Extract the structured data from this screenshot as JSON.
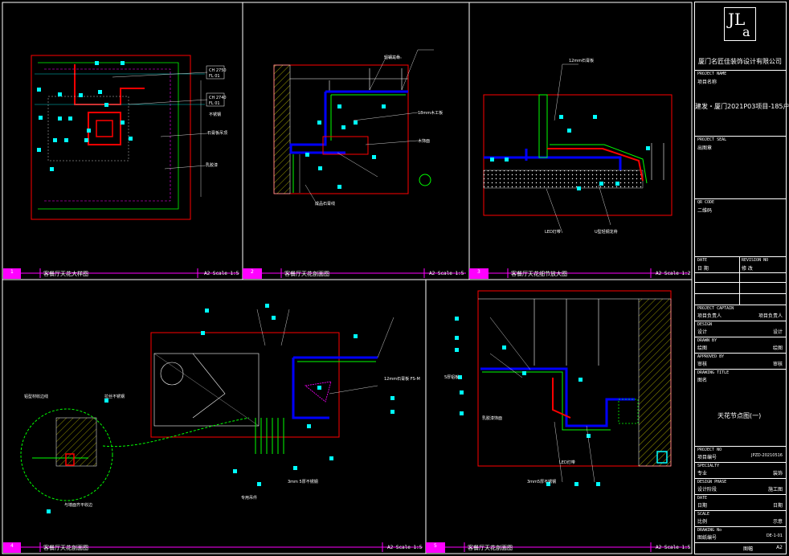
{
  "colors": {
    "frame": "#ffffff",
    "magenta": "#ff00ff",
    "red": "#ff0000",
    "cyan": "#00ffff",
    "green": "#00ff00",
    "yellow": "#ffff00",
    "blue": "#0000ff"
  },
  "logo": {
    "letters_top": "JL",
    "letter_bottom": "a"
  },
  "company": "厦门名匠佳装饰设计有限公司",
  "project_name": {
    "label": "PROJECT NAME",
    "label_cn": "项目名称",
    "value": "建发・厦门2021P03项目-185户型"
  },
  "project_seal": {
    "label": "PROJECT SEAL",
    "label_cn": "出图章"
  },
  "qr_code": {
    "label": "QR CODE",
    "label_cn": "二维码"
  },
  "revision": {
    "date_label": "DATE",
    "date_cn": "日 期",
    "rev_label": "REVISION NO",
    "rev_cn": "修 改"
  },
  "captain": {
    "label": "PROJECT CAPTAIN",
    "label_cn": "项目负责人",
    "value": "项目负责人"
  },
  "design": {
    "label": "DESIGN",
    "label_cn": "设计",
    "value": "设计"
  },
  "drawn": {
    "label": "DRAWN BY",
    "label_cn": "绘图",
    "value": "绘图"
  },
  "approved": {
    "label": "APPROVED BY",
    "label_cn": "审核",
    "value": "审核"
  },
  "drawing_title": {
    "label": "DRAWING TITLE",
    "label_cn": "图名",
    "value": "天花节点图(一)"
  },
  "project_no": {
    "label": "PROJECT NO",
    "label_cn": "项目编号",
    "value": "JPZD-20210516"
  },
  "specialty": {
    "label": "SPECIALTY",
    "label_cn": "专业",
    "value": "装饰"
  },
  "design_phase": {
    "label": "DESIGN PHASE",
    "label_cn": "设计阶段",
    "value": "施工图"
  },
  "date2": {
    "label": "DATE",
    "label_cn": "日期",
    "value": "日期"
  },
  "scale": {
    "label": "SCALE",
    "label_cn": "比例",
    "value": "示意"
  },
  "drawing_no": {
    "label": "DRAWING No",
    "label_cn": "图纸编号",
    "value": "DE-1-01"
  },
  "sheet": {
    "label": "图幅",
    "value": "A2"
  },
  "panels": [
    {
      "num": "1",
      "caption": "客餐厅天花大样图",
      "scale": "A2 Scale 1:5"
    },
    {
      "num": "2",
      "caption": "客餐厅天花剖面图",
      "scale": "A2 Scale 1:5"
    },
    {
      "num": "3",
      "caption": "客餐厅天花细节放大图",
      "scale": "A2 Scale 1:2"
    },
    {
      "num": "4",
      "caption": "客餐厅天花剖面图",
      "scale": "A2 Scale 1:5"
    },
    {
      "num": "5",
      "caption": "客餐厅天花剖面图",
      "scale": "A2 Scale 1:5"
    }
  ],
  "annotations": {
    "ch1": "CH 2750",
    "fl1": "FL 01",
    "ch2": "CH 2740",
    "fl2": "FL 01",
    "note_a": "不锈钢",
    "note_b": "石膏板吊顶",
    "note_c": "乳胶漆",
    "note_d": "木饰面",
    "note_e": "18mm木工板",
    "note_f": "轻钢龙骨",
    "note_g": "成品石膏线",
    "note_h": "12mm石膏板",
    "note_i": "U型轻钢龙骨",
    "note_j": "12mm石膏板 FS-M",
    "note_k": "拉丝不锈钢",
    "note_l": "专用吊件",
    "note_m": "3mm 5厚不锈钢",
    "note_n": "乳胶漆饰面",
    "note_o": "铝型材收边线",
    "note_p": "3mm5厚不锈钢",
    "note_q": "与墙面齐平收边",
    "note_r": "5厚铝板",
    "note_s": "LED灯带"
  }
}
